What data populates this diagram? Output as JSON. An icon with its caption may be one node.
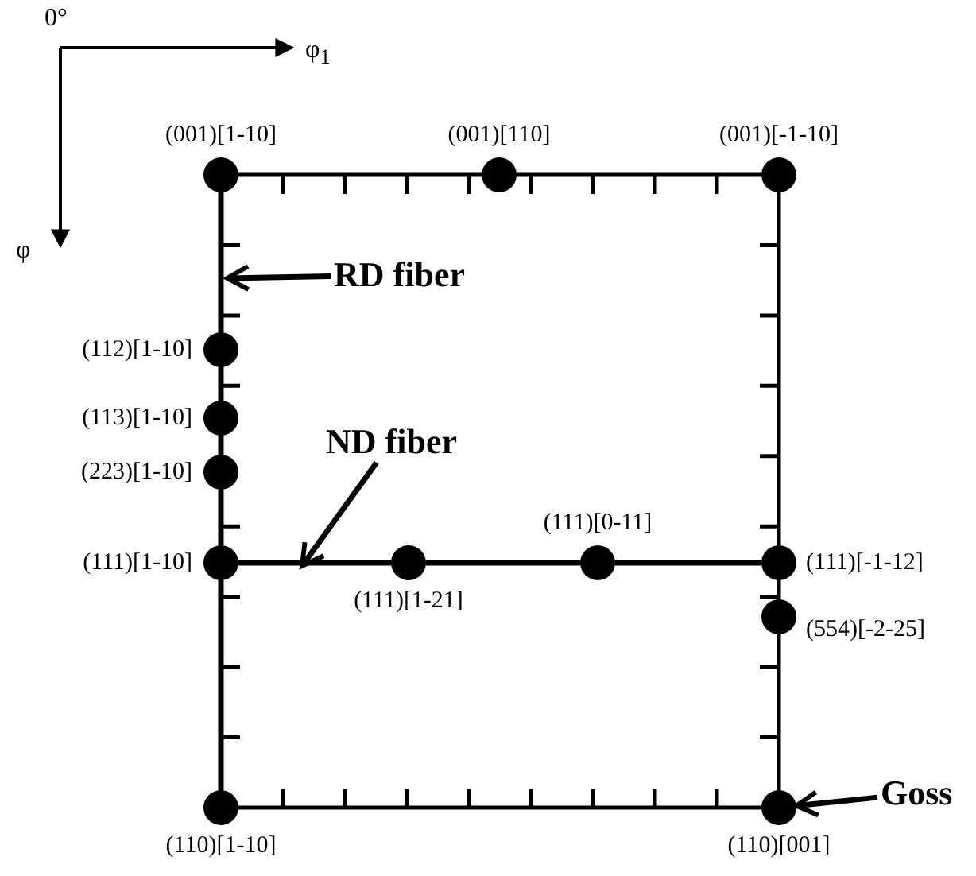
{
  "diagram": {
    "nodes": [
      {
        "text": [],
        "shape": "circle",
        "beside": [
          "(001)[1-10]"
        ]
      },
      {
        "text": [],
        "shape": "circle",
        "beside": [
          "(001)[110]"
        ]
      },
      {
        "text": [],
        "shape": "circle",
        "beside": [
          "(001)[-1-10]"
        ]
      },
      {
        "text": [
          "RD fiber"
        ]
      },
      {
        "text": [],
        "shape": "circle",
        "beside": [
          "(112)[1-10]"
        ]
      },
      {
        "text": [],
        "shape": "circle",
        "beside": [
          "(113)[1-10]"
        ]
      },
      {
        "text": [],
        "shape": "circle",
        "beside": [
          "(223)[1-10]"
        ]
      },
      {
        "text": [
          "ND fiber"
        ]
      },
      {
        "text": [],
        "shape": "circle",
        "beside": [
          "(111)[0-11]"
        ]
      },
      {
        "text": [],
        "shape": "circle",
        "beside": [
          "(111)[1-10]"
        ]
      },
      {
        "text": [],
        "shape": "circle",
        "beside": [
          "(111)[1-21]"
        ]
      },
      {
        "text": [],
        "shape": "circle",
        "beside": [
          "(111)[-1-12]"
        ]
      },
      {
        "text": [],
        "shape": "circle",
        "beside": [
          "(554)[-2-25]"
        ]
      },
      {
        "text": [
          "Goss"
        ]
      },
      {
        "text": [],
        "shape": "circle",
        "beside": [
          "(110)[1-10]"
        ]
      },
      {
        "text": [],
        "shape": "circle",
        "beside": [
          "(110)[001]"
        ]
      }
    ],
    "edges": [
      {
        "from": 0,
        "to": 4,
        "arrow": "none"
      },
      {
        "from": 4,
        "to": 5,
        "arrow": "none"
      },
      {
        "from": 5,
        "to": 6,
        "arrow": "none"
      },
      {
        "from": 6,
        "to": 9,
        "arrow": "none"
      },
      {
        "from": 9,
        "to": 14,
        "arrow": "none"
      },
      {
        "from": 9,
        "to": 10,
        "arrow": "none"
      },
      {
        "from": 10,
        "to": 8,
        "arrow": "none"
      },
      {
        "from": 8,
        "to": 11,
        "arrow": "none"
      },
      {
        "from": 3,
        "to": null,
        "arrow": "to"
      },
      {
        "from": 7,
        "to": null,
        "arrow": "to"
      },
      {
        "from": 13,
        "to": 15,
        "arrow": "to"
      }
    ],
    "labels": [
      "0°",
      "φ$_{1}$",
      "φ"
    ]
  }
}
